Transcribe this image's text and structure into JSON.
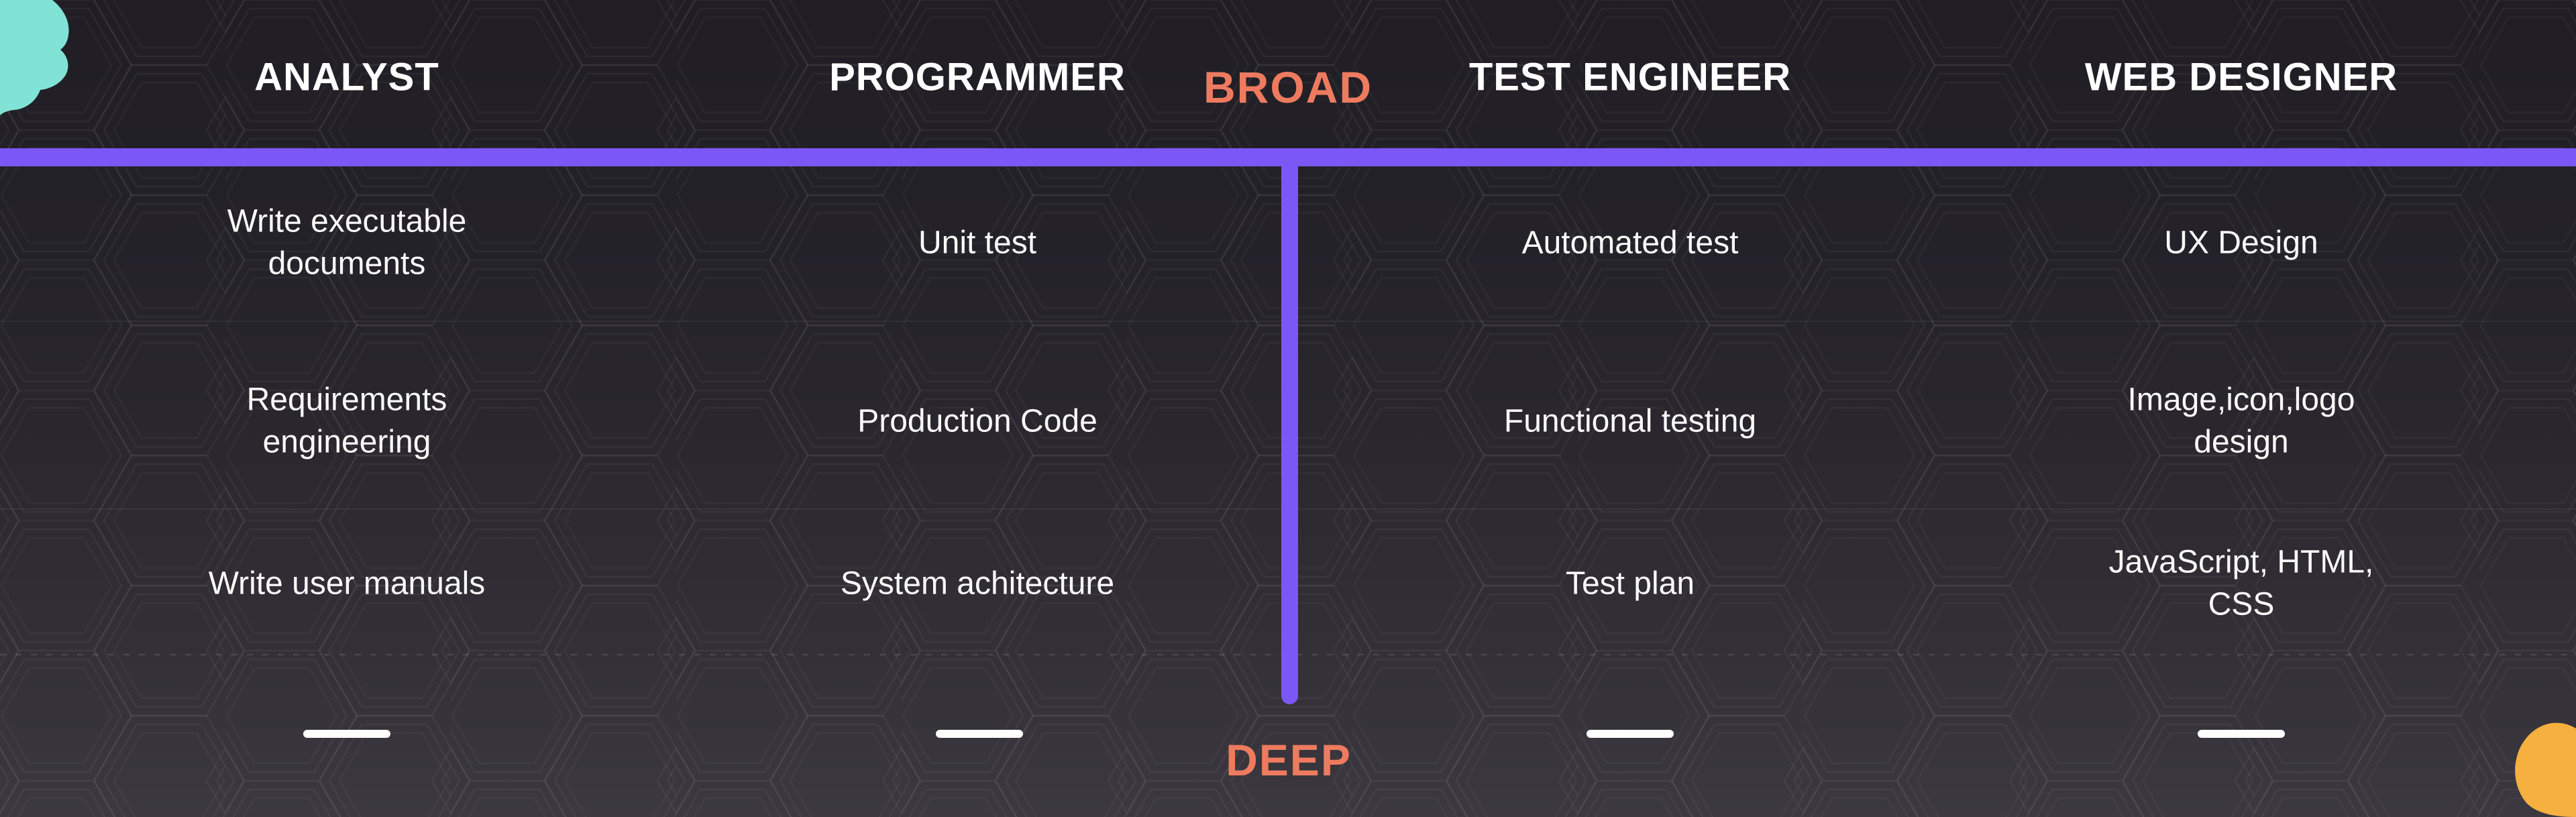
{
  "axis": {
    "broad_label": "BROAD",
    "deep_label": "DEEP"
  },
  "columns": [
    {
      "header": "ANALYST",
      "items": [
        "Write executable documents",
        "Requirements engineering",
        "Write user manuals"
      ]
    },
    {
      "header": "PROGRAMMER",
      "items": [
        "Unit test",
        "Production Code",
        "System achitecture"
      ]
    },
    {
      "header": "TEST ENGINEER",
      "items": [
        "Automated test",
        "Functional testing",
        "Test plan"
      ]
    },
    {
      "header": "WEB DESIGNER",
      "items": [
        "UX Design",
        "Image,icon,logo design",
        "JavaScript, HTML, CSS"
      ]
    }
  ],
  "colors": {
    "accent_purple": "#7B57F5",
    "accent_orange": "#EE7B5F",
    "teal_blob": "#80E3D5",
    "yellow_blob": "#F5B040",
    "background_top": "#201E24",
    "background_bottom": "#3B3840",
    "text": "#FFFFFF"
  }
}
